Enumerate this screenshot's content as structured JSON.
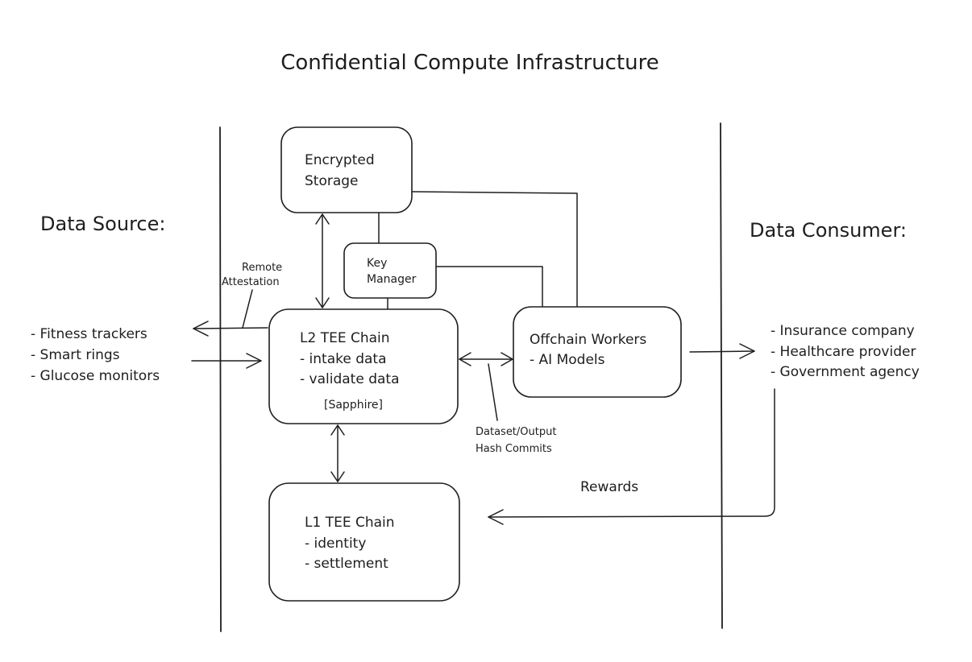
{
  "title": "Confidential Compute Infrastructure",
  "data_source": {
    "heading": "Data Source:",
    "items": [
      "- Fitness trackers",
      "- Smart rings",
      "- Glucose monitors"
    ]
  },
  "data_consumer": {
    "heading": "Data Consumer:",
    "items": [
      "- Insurance company",
      "- Healthcare provider",
      "- Government agency"
    ]
  },
  "encrypted_storage": {
    "lines": [
      "Encrypted",
      "Storage"
    ]
  },
  "key_manager": {
    "lines": [
      "Key",
      "Manager"
    ]
  },
  "l2_chain": {
    "lines": [
      "L2 TEE Chain",
      "- intake data",
      "- validate data"
    ],
    "tag": "[Sapphire]"
  },
  "offchain_workers": {
    "lines": [
      "Offchain Workers",
      "- AI Models"
    ]
  },
  "l1_chain": {
    "lines": [
      "L1 TEE Chain",
      "- identity",
      "- settlement"
    ]
  },
  "labels": {
    "remote_attestation": [
      "Remote",
      "Attestation"
    ],
    "hash_commits": [
      "Dataset/Output",
      "Hash Commits"
    ],
    "rewards": "Rewards"
  }
}
